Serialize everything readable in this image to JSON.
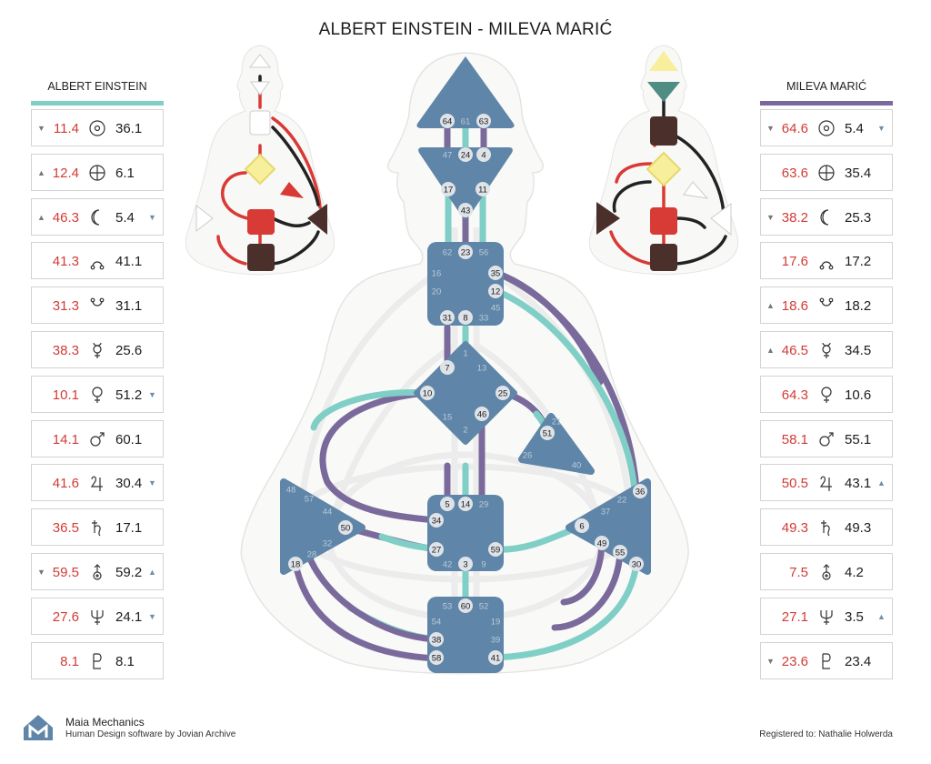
{
  "title": "ALBERT EINSTEIN - MILEVA MARIĆ",
  "colors": {
    "einstein": "#7fcfc6",
    "mileva": "#7a6a9c",
    "center": "#5f86a8",
    "red": "#d83a35",
    "dark": "#4a2f2b",
    "yellow": "#f8ef9c",
    "teal": "#4f8d82"
  },
  "left_panel": {
    "name": "ALBERT EINSTEIN",
    "rows": [
      {
        "icon": "sun-icon",
        "left": "11.4",
        "right": "36.1",
        "mark_left": "▼",
        "mark_right": ""
      },
      {
        "icon": "earth-icon",
        "left": "12.4",
        "right": "6.1",
        "mark_left": "▲",
        "mark_right": ""
      },
      {
        "icon": "moon-icon",
        "left": "46.3",
        "right": "5.4",
        "mark_left": "▲",
        "mark_right": "▼"
      },
      {
        "icon": "north-node-icon",
        "left": "41.3",
        "right": "41.1",
        "mark_left": "",
        "mark_right": ""
      },
      {
        "icon": "south-node-icon",
        "left": "31.3",
        "right": "31.1",
        "mark_left": "",
        "mark_right": ""
      },
      {
        "icon": "mercury-icon",
        "left": "38.3",
        "right": "25.6",
        "mark_left": "",
        "mark_right": ""
      },
      {
        "icon": "venus-icon",
        "left": "10.1",
        "right": "51.2",
        "mark_left": "",
        "mark_right": "▼"
      },
      {
        "icon": "mars-icon",
        "left": "14.1",
        "right": "60.1",
        "mark_left": "",
        "mark_right": ""
      },
      {
        "icon": "jupiter-icon",
        "left": "41.6",
        "right": "30.4",
        "mark_left": "",
        "mark_right": "▼"
      },
      {
        "icon": "saturn-icon",
        "left": "36.5",
        "right": "17.1",
        "mark_left": "",
        "mark_right": ""
      },
      {
        "icon": "uranus-icon",
        "left": "59.5",
        "right": "59.2",
        "mark_left": "▼",
        "mark_right": "▲"
      },
      {
        "icon": "neptune-icon",
        "left": "27.6",
        "right": "24.1",
        "mark_left": "",
        "mark_right": "▼"
      },
      {
        "icon": "pluto-icon",
        "left": "8.1",
        "right": "8.1",
        "mark_left": "",
        "mark_right": ""
      }
    ]
  },
  "right_panel": {
    "name": "MILEVA MARIĆ",
    "rows": [
      {
        "icon": "sun-icon",
        "left": "64.6",
        "right": "5.4",
        "mark_left": "▼",
        "mark_right": "▼"
      },
      {
        "icon": "earth-icon",
        "left": "63.6",
        "right": "35.4",
        "mark_left": "",
        "mark_right": ""
      },
      {
        "icon": "moon-icon",
        "left": "38.2",
        "right": "25.3",
        "mark_left": "▼",
        "mark_right": ""
      },
      {
        "icon": "north-node-icon",
        "left": "17.6",
        "right": "17.2",
        "mark_left": "",
        "mark_right": ""
      },
      {
        "icon": "south-node-icon",
        "left": "18.6",
        "right": "18.2",
        "mark_left": "▲",
        "mark_right": ""
      },
      {
        "icon": "mercury-icon",
        "left": "46.5",
        "right": "34.5",
        "mark_left": "▲",
        "mark_right": ""
      },
      {
        "icon": "venus-icon",
        "left": "64.3",
        "right": "10.6",
        "mark_left": "",
        "mark_right": ""
      },
      {
        "icon": "mars-icon",
        "left": "58.1",
        "right": "55.1",
        "mark_left": "",
        "mark_right": ""
      },
      {
        "icon": "jupiter-icon",
        "left": "50.5",
        "right": "43.1",
        "mark_left": "",
        "mark_right": "▲"
      },
      {
        "icon": "saturn-icon",
        "left": "49.3",
        "right": "49.3",
        "mark_left": "",
        "mark_right": ""
      },
      {
        "icon": "uranus-icon",
        "left": "7.5",
        "right": "4.2",
        "mark_left": "",
        "mark_right": ""
      },
      {
        "icon": "neptune-icon",
        "left": "27.1",
        "right": "3.5",
        "mark_left": "",
        "mark_right": "▲"
      },
      {
        "icon": "pluto-icon",
        "left": "23.6",
        "right": "23.4",
        "mark_left": "▼",
        "mark_right": ""
      }
    ]
  },
  "gates": {
    "head": [
      "64",
      "61",
      "63"
    ],
    "ajna": [
      "47",
      "24",
      "4",
      "17",
      "11",
      "43"
    ],
    "throat": [
      "62",
      "23",
      "56",
      "16",
      "35",
      "12",
      "20",
      "45",
      "31",
      "8",
      "33"
    ],
    "g": [
      "1",
      "7",
      "13",
      "10",
      "25",
      "15",
      "46",
      "2"
    ],
    "heart": [
      "21",
      "51",
      "26",
      "40"
    ],
    "sacral": [
      "5",
      "14",
      "29",
      "34",
      "27",
      "59",
      "42",
      "3",
      "9"
    ],
    "spleen": [
      "48",
      "57",
      "44",
      "50",
      "32",
      "28",
      "18"
    ],
    "solar": [
      "36",
      "22",
      "37",
      "6",
      "49",
      "55",
      "30"
    ],
    "root": [
      "53",
      "60",
      "52",
      "54",
      "19",
      "38",
      "39",
      "58",
      "41"
    ]
  },
  "footer": {
    "brand": "Maia Mechanics",
    "tagline": "Human Design software by Jovian Archive",
    "registered": "Registered to: Nathalie Holwerda"
  }
}
